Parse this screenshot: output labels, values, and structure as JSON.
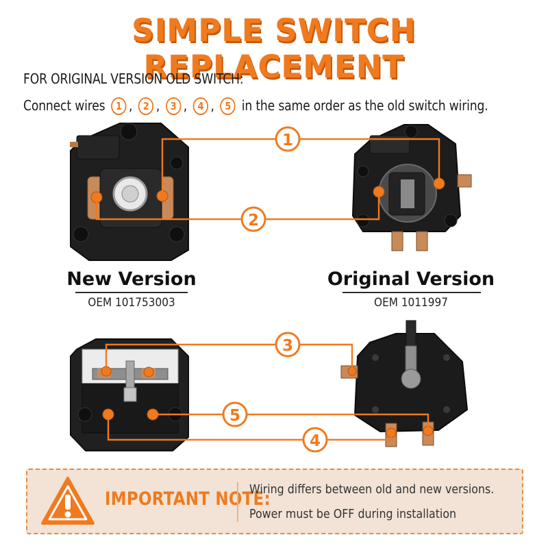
{
  "title": "SIMPLE SWITCH REPLACEMENT",
  "intro": {
    "line1": "FOR ORIGINAL VERSION OLD SWITCH:",
    "line2_prefix": "Connect wires",
    "line2_markers": [
      "①",
      "②",
      "③",
      "④",
      "⑤"
    ],
    "line2_sep": ",",
    "line2_suffix": "in the same order as the old switch wiring."
  },
  "callouts": [
    "1",
    "2",
    "3",
    "4",
    "5"
  ],
  "new_version": {
    "label": "New Version",
    "oem": "OEM 101753003"
  },
  "original_version": {
    "label": "Original Version",
    "oem": "OEM 1011997"
  },
  "note": {
    "title": "IMPORTANT NOTE:",
    "line1": "Wiring differs between old and new versions.",
    "line2": "Power must be OFF during installation",
    "icon": "warning-triangle-icon"
  },
  "colors": {
    "accent": "#f07a1e",
    "text": "#1b1b1b",
    "note_bg": "#f2e3d6",
    "device": "#222222",
    "copper": "#c98a5a"
  }
}
